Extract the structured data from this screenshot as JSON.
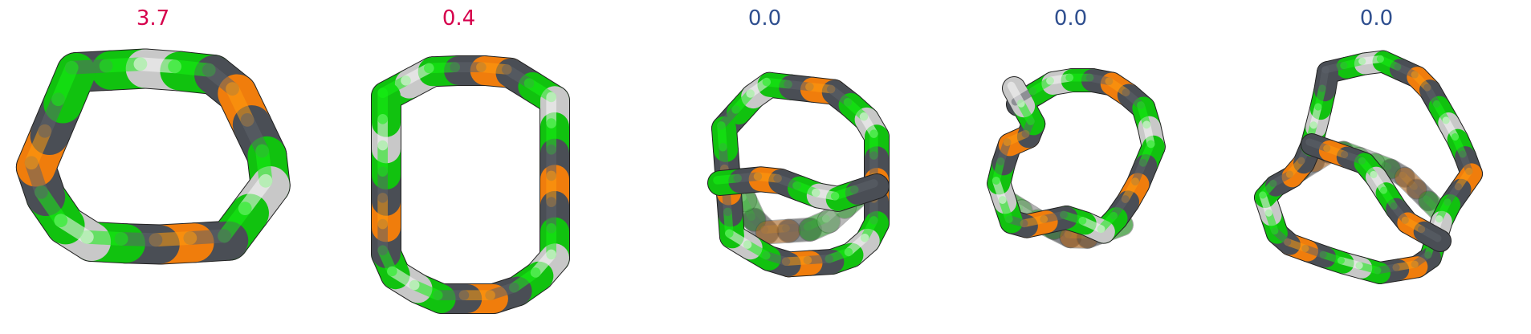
{
  "colors": {
    "high": "#d6004c",
    "low": "#2f4f8f",
    "green": "#11c20f",
    "dark": "#4a4e55",
    "orange": "#f07d0c",
    "light": "#c8c8c8"
  },
  "panels": [
    {
      "label": "3.7",
      "label_color": "high"
    },
    {
      "label": "0.4",
      "label_color": "high"
    },
    {
      "label": "0.0",
      "label_color": "low"
    },
    {
      "label": "0.0",
      "label_color": "low"
    },
    {
      "label": "0.0",
      "label_color": "low"
    }
  ]
}
